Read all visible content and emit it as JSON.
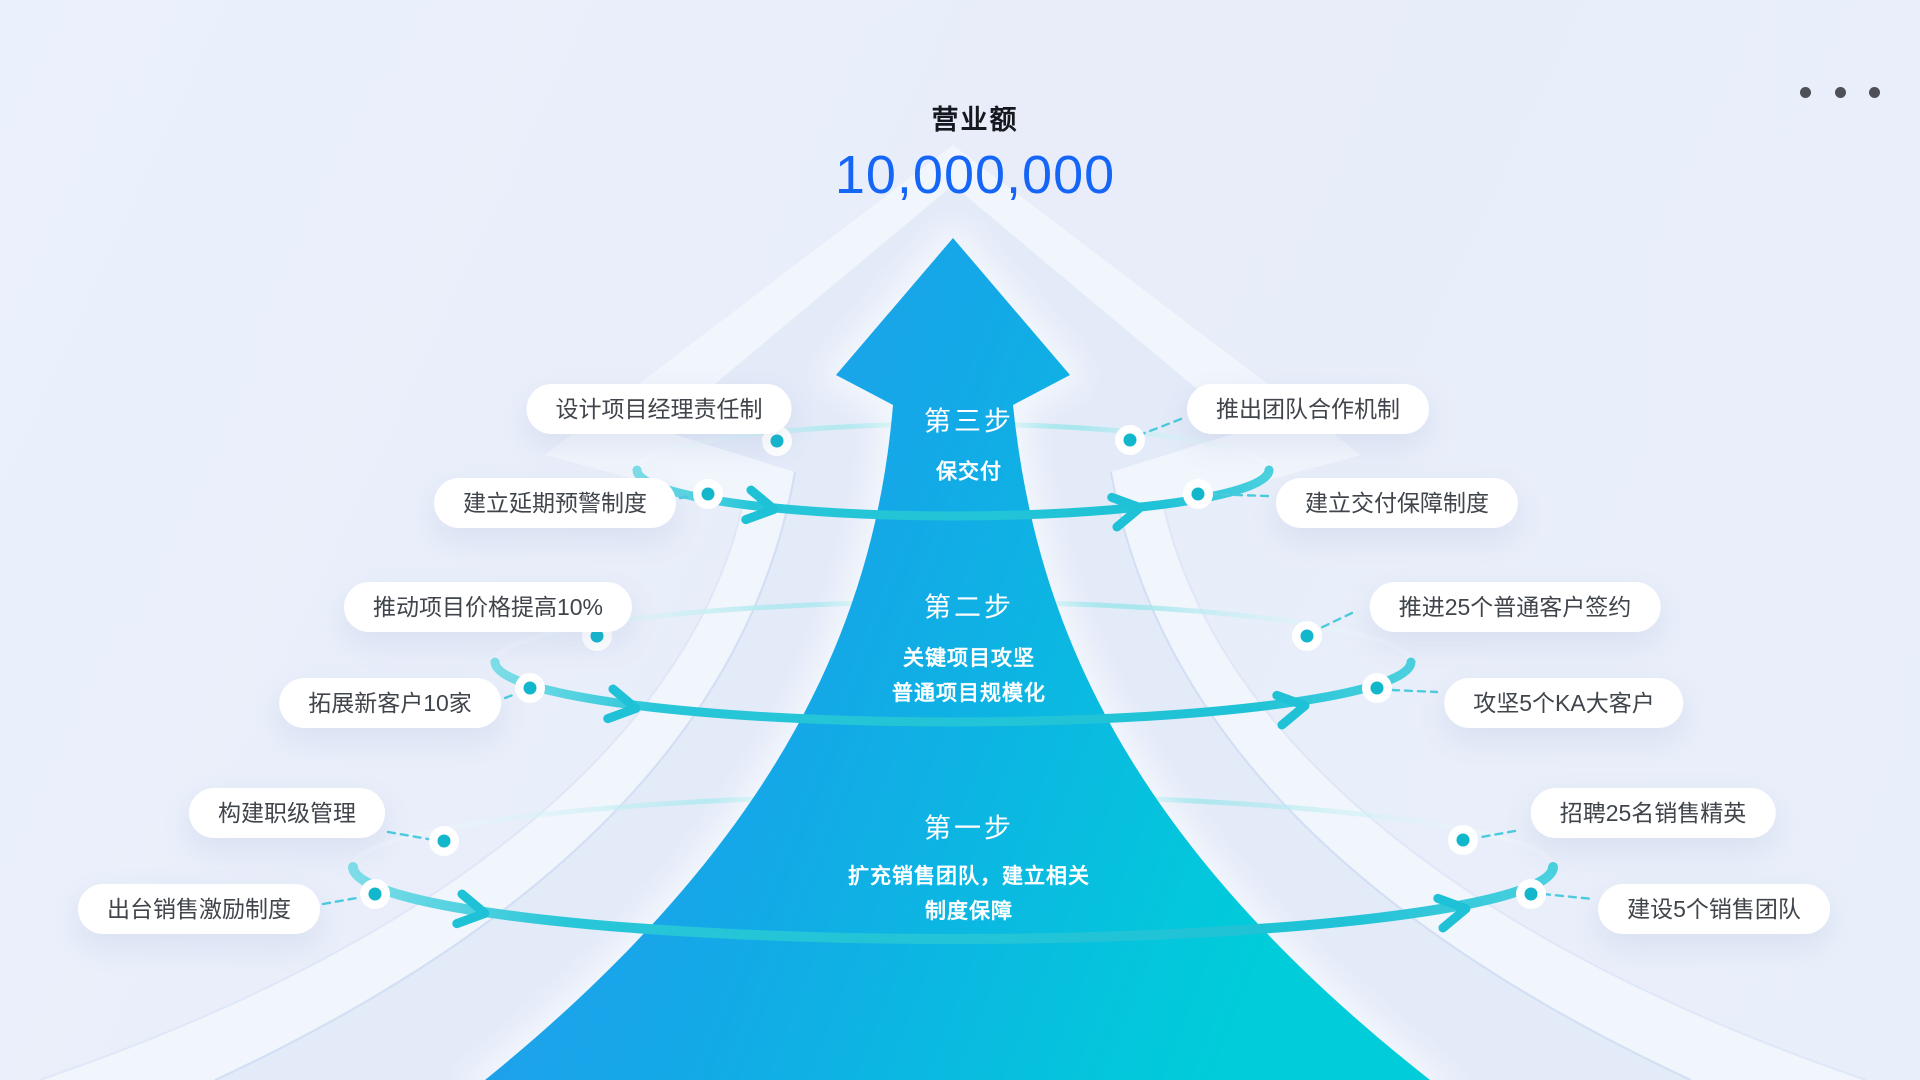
{
  "title": {
    "label": "营业额",
    "value": "10,000,000"
  },
  "menu": {
    "icon": "ellipsis-icon"
  },
  "steps": [
    {
      "label": "第一步",
      "subtitle_lines": [
        "扩充销售团队，建立相关",
        "制度保障"
      ],
      "left_labels": [
        "构建职级管理",
        "出台销售激励制度"
      ],
      "right_labels": [
        "招聘25名销售精英",
        "建设5个销售团队"
      ]
    },
    {
      "label": "第二步",
      "subtitle_lines": [
        "关键项目攻坚",
        "普通项目规模化"
      ],
      "left_labels": [
        "推动项目价格提高10%",
        "拓展新客户10家"
      ],
      "right_labels": [
        "推进25个普通客户签约",
        "攻坚5个KA大客户"
      ]
    },
    {
      "label": "第三步",
      "subtitle_lines": [
        "保交付"
      ],
      "left_labels": [
        "设计项目经理责任制",
        "建立延期预警制度"
      ],
      "right_labels": [
        "推出团队合作机制",
        "建立交付保障制度"
      ]
    }
  ],
  "colors": {
    "background": "#e9eefa",
    "accent_number_blue": "#1566f7",
    "arrow_blue": "#2f96f1",
    "arrow_cyan": "#00cdd9",
    "ring_teal": "#1fc2d6",
    "pill_text": "#40454c"
  }
}
